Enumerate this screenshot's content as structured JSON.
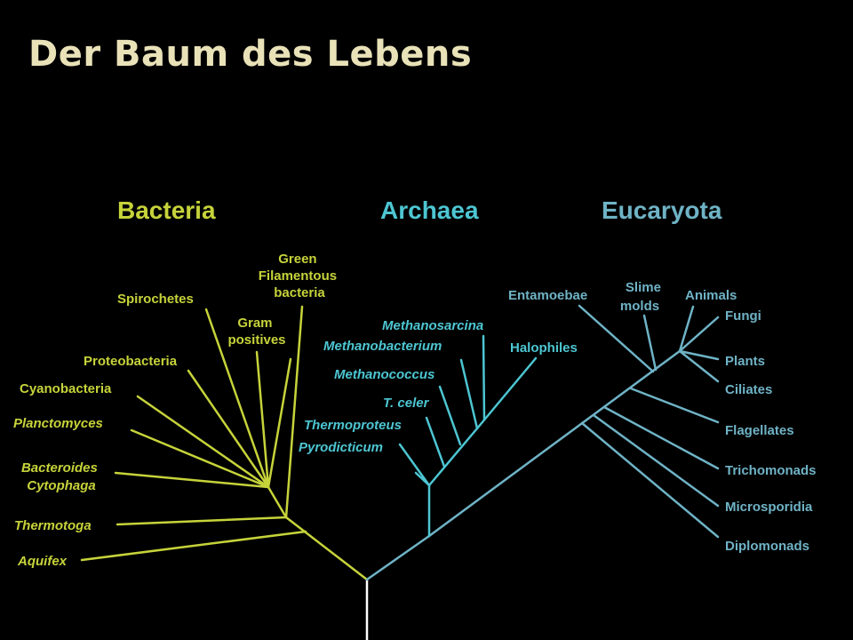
{
  "title": "Der Baum des Lebens",
  "colors": {
    "title": "#e9e2b8",
    "bacteria": "#c6d33a",
    "archaea": "#4dc6d2",
    "eucaryota": "#6fb3c6",
    "root": "#ffffff",
    "background": "#000000"
  },
  "domains": {
    "bacteria": "Bacteria",
    "archaea": "Archaea",
    "eucaryota": "Eucaryota"
  },
  "bacteria": {
    "green_filamentous": [
      "Green",
      "Filamentous",
      "bacteria"
    ],
    "spirochetes": "Spirochetes",
    "gram_positives": [
      "Gram",
      "positives"
    ],
    "proteobacteria": "Proteobacteria",
    "cyanobacteria": "Cyanobacteria",
    "planctomyces": "Planctomyces",
    "bacteroides": [
      "Bacteroides",
      "Cytophaga"
    ],
    "thermotoga": "Thermotoga",
    "aquifex": "Aquifex"
  },
  "archaea": {
    "methanosarcina": "Methanosarcina",
    "methanobacterium": "Methanobacterium",
    "halophiles": "Halophiles",
    "methanococcus": "Methanococcus",
    "t_celer": "T. celer",
    "thermoproteus": "Thermoproteus",
    "pyrodicticum": "Pyrodicticum"
  },
  "eucaryota": {
    "entamoebae": "Entamoebae",
    "slime_molds": [
      "Slime",
      "molds"
    ],
    "animals": "Animals",
    "fungi": "Fungi",
    "plants": "Plants",
    "ciliates": "Ciliates",
    "flagellates": "Flagellates",
    "trichomonads": "Trichomonads",
    "microsporidia": "Microsporidia",
    "diplomonads": "Diplomonads"
  }
}
